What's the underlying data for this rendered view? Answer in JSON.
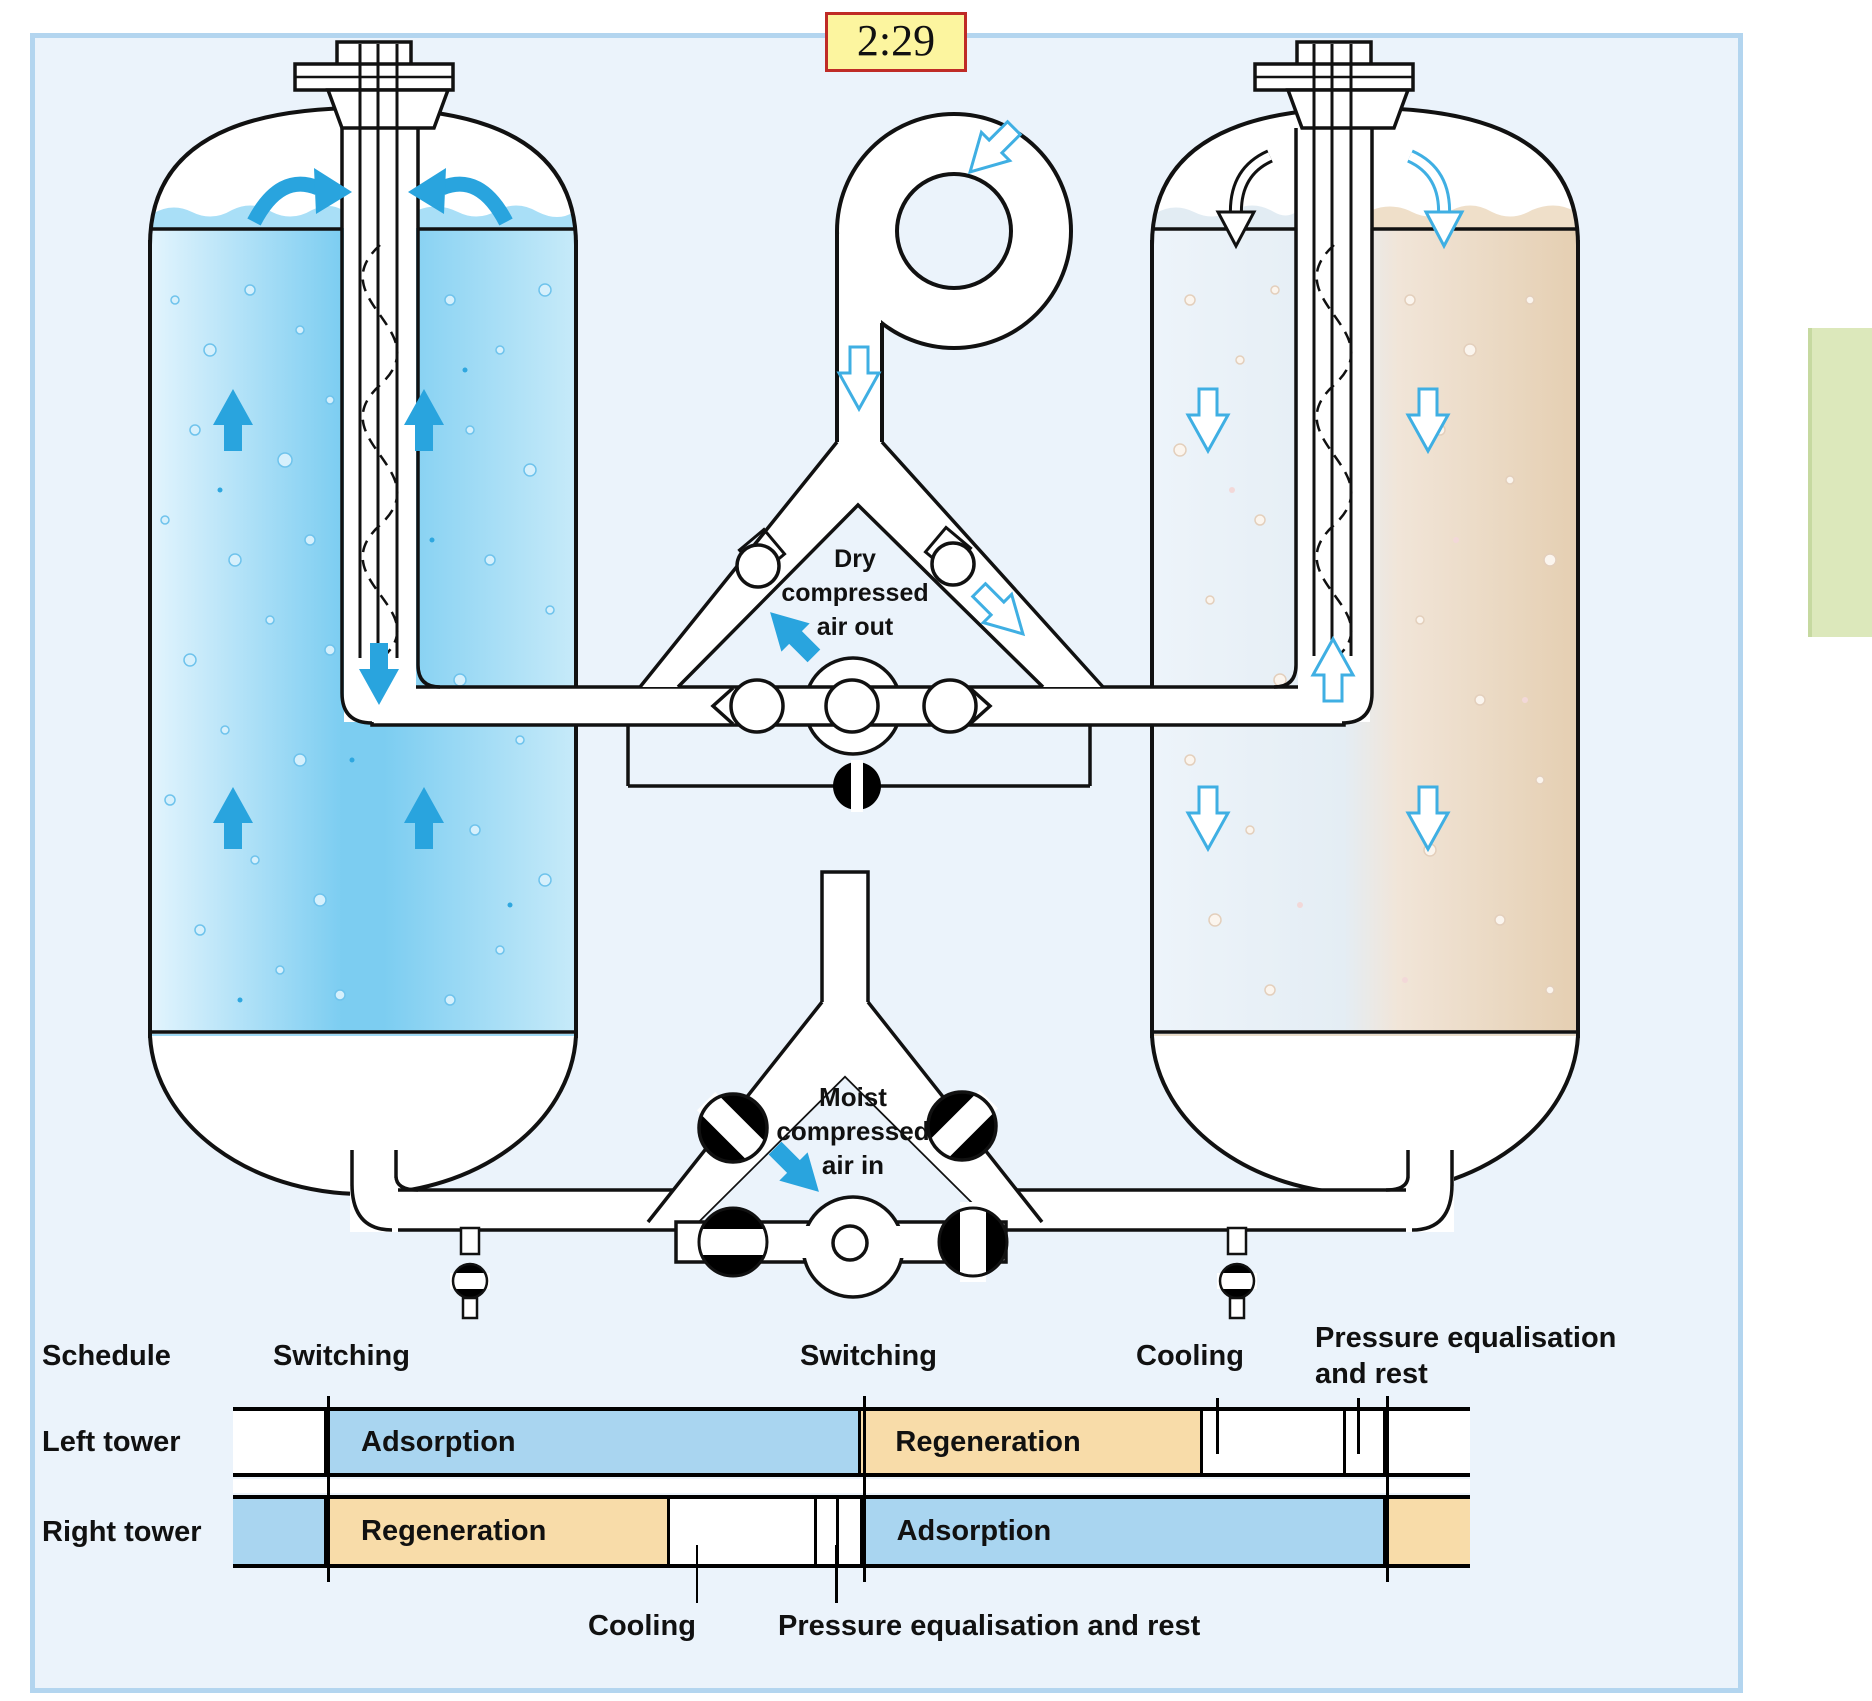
{
  "timer": {
    "value": "2:29"
  },
  "flow_labels": {
    "dry_air": {
      "line1": "Dry",
      "line2": "compressed",
      "line3": "air out"
    },
    "moist_air": {
      "line1": "Moist",
      "line2": "compressed",
      "line3": "air in"
    }
  },
  "colors": {
    "solid_arrow_blue": "#29A4DE",
    "outline_arrow_blue": "#3FAFE3",
    "adsorption_blue": "#A9D5F0",
    "regeneration_tan": "#F8DCA9",
    "timer_bg": "#FCF59F",
    "timer_border": "#BF2B26",
    "panel_bg": "#EBF3FB",
    "panel_border": "#B3D5EF",
    "green_tab": "#DCE8BB"
  },
  "schedule": {
    "title": "Schedule",
    "row_labels": [
      "Left tower",
      "Right tower"
    ],
    "switching_1": "Switching",
    "switching_2": "Switching",
    "cooling_top": "Cooling",
    "pressure_top_line1": "Pressure equalisation",
    "pressure_top_line2": "and rest",
    "cooling_bottom": "Cooling",
    "pressure_bottom": "Pressure equalisation and rest",
    "seg_colors": {
      "white": "#FFFFFF",
      "blue": "#A9D5F0",
      "tan": "#F8DCA9"
    },
    "rows": [
      {
        "label": "Left tower",
        "segments": [
          {
            "color": "white",
            "width_pct": 7.6
          },
          {
            "color": "blue",
            "width_pct": 43.2,
            "label": "Adsorption"
          },
          {
            "color": "tan",
            "width_pct": 27.6,
            "label": "Regeneration"
          },
          {
            "color": "white",
            "width_pct": 11.6
          },
          {
            "color": "white",
            "width_pct": 3.2
          },
          {
            "color": "white",
            "width_pct": 6.8
          }
        ]
      },
      {
        "label": "Right tower",
        "segments": [
          {
            "color": "blue",
            "width_pct": 7.6
          },
          {
            "color": "tan",
            "width_pct": 27.7,
            "label": "Regeneration"
          },
          {
            "color": "white",
            "width_pct": 11.9
          },
          {
            "color": "white",
            "width_pct": 1.8
          },
          {
            "color": "white",
            "width_pct": 1.9
          },
          {
            "color": "blue",
            "width_pct": 42.3,
            "label": "Adsorption"
          },
          {
            "color": "tan",
            "width_pct": 6.8
          }
        ]
      }
    ],
    "markers_pct": [
      7.6,
      50.9,
      93.2
    ],
    "callouts_top_pct": [
      79.5,
      90.9
    ],
    "callouts_bottom_pct": [
      37.4,
      48.7
    ]
  }
}
